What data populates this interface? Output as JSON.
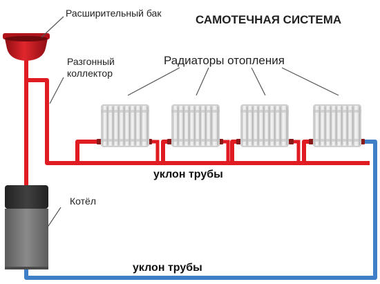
{
  "title": "САМОТЕЧНАЯ СИСТЕМА",
  "labels": {
    "expansion_tank": "Расширительный бак",
    "riser_line1": "Разгонный",
    "riser_line2": "коллектор",
    "radiators": "Радиаторы отопления",
    "boiler": "Котёл",
    "supply_slope": "уклон трубы",
    "return_slope": "уклон трубы"
  },
  "radiator_count": 4,
  "colors": {
    "supply_pipe": "#e11b22",
    "return_pipe": "#3f7fc8",
    "tank": "#c8141b",
    "boiler_top": "#2e2e2e",
    "boiler_body": "#777777",
    "radiator": "#e3e3e3",
    "leader_line": "#555555"
  }
}
